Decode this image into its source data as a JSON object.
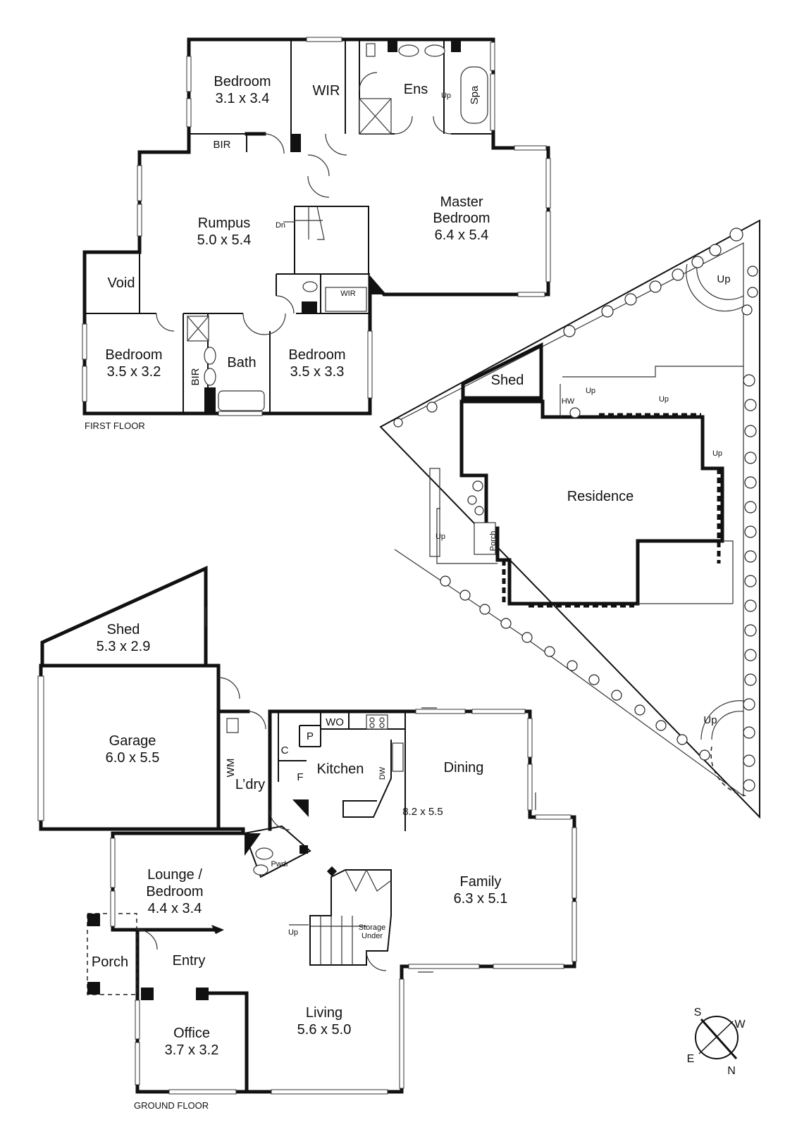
{
  "floor_labels": {
    "first": "FIRST FLOOR",
    "ground": "GROUND FLOOR"
  },
  "first_floor": {
    "bedroom_ne": {
      "name": "Bedroom",
      "size": "3.1 x 3.4"
    },
    "wir": "WIR",
    "ensuite": "Ens",
    "spa": "Spa",
    "up": "Up",
    "bir": "BIR",
    "master": {
      "name_line1": "Master",
      "name_line2": "Bedroom",
      "size": "6.4 x 5.4"
    },
    "rumpus": {
      "name": "Rumpus",
      "size": "5.0 x 5.4"
    },
    "dn": "Dn",
    "void": "Void",
    "wir_small": "WIR",
    "bedroom_w": {
      "name": "Bedroom",
      "size": "3.5 x 3.2"
    },
    "bir_v": "BIR",
    "bath": "Bath",
    "bedroom_s": {
      "name": "Bedroom",
      "size": "3.5 x 3.3"
    }
  },
  "site_plan": {
    "shed": "Shed",
    "residence": "Residence",
    "hw": "HW",
    "up": "Up",
    "porch": "Porch"
  },
  "ground_floor": {
    "shed": {
      "name": "Shed",
      "size": "5.3 x 2.9"
    },
    "garage": {
      "name": "Garage",
      "size": "6.0 x 5.5"
    },
    "wm": "WM",
    "laundry": "L’dry",
    "c": "C",
    "p": "P",
    "wo": "WO",
    "f": "F",
    "kitchen": "Kitchen",
    "dw": "DW",
    "dining": "Dining",
    "kitchen_dining_size": "8.2 x 5.5",
    "pwdr": "Pwdr",
    "lounge": {
      "name_line1": "Lounge /",
      "name_line2": "Bedroom",
      "size": "4.4 x 3.4"
    },
    "family": {
      "name": "Family",
      "size": "6.3 x 5.1"
    },
    "up": "Up",
    "storage_line1": "Storage",
    "storage_line2": "Under",
    "porch": "Porch",
    "entry": "Entry",
    "living": {
      "name": "Living",
      "size": "5.6 x 5.0"
    },
    "office": {
      "name": "Office",
      "size": "3.7 x 3.2"
    }
  },
  "compass": {
    "s": "S",
    "w": "W",
    "e": "E",
    "n": "N"
  }
}
